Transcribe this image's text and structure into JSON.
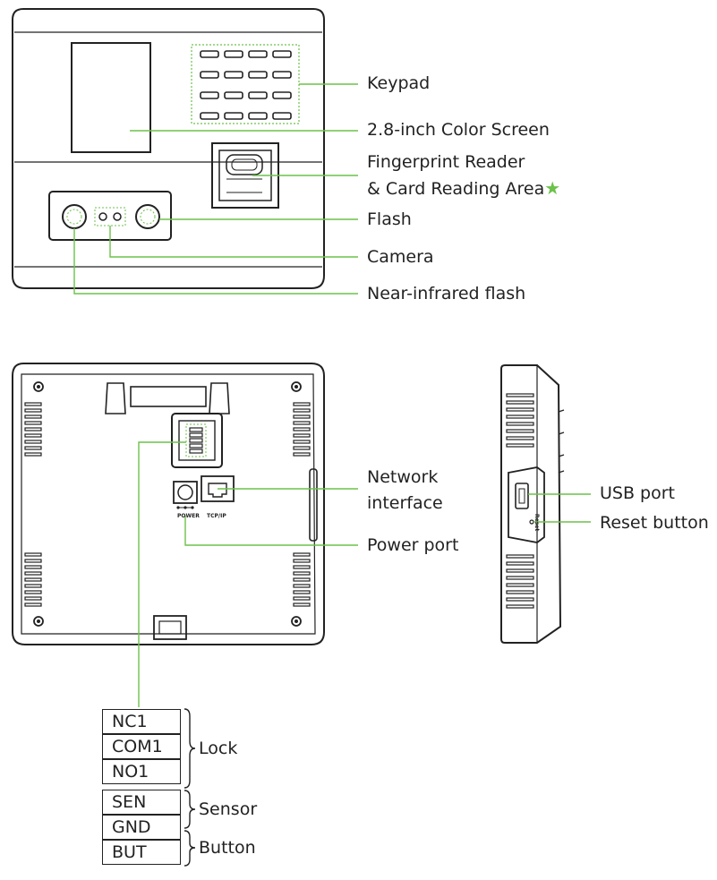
{
  "front_labels": {
    "keypad": "Keypad",
    "screen": "2.8-inch Color Screen",
    "fingerprint_line1": "Fingerprint Reader",
    "fingerprint_line2": "& Card Reading Area",
    "fingerprint_star": "★",
    "flash": "Flash",
    "camera": "Camera",
    "nir_flash": "Near-infrared flash"
  },
  "back_labels": {
    "network_line1": "Network",
    "network_line2": "interface",
    "power_port": "Power port",
    "power_mark": "POWER",
    "tcp_mark": "TCP/IP"
  },
  "side_labels": {
    "usb_port": "USB port",
    "reset_button": "Reset button",
    "reset_mark": "Reset"
  },
  "terminals": [
    {
      "pin": "NC1"
    },
    {
      "pin": "COM1"
    },
    {
      "pin": "NO1"
    },
    {
      "pin": "SEN"
    },
    {
      "pin": "GND"
    },
    {
      "pin": "BUT"
    }
  ],
  "terminal_groups": {
    "lock": "Lock",
    "sensor": "Sensor",
    "button": "Button"
  },
  "colors": {
    "callout_line": "#6cc24a",
    "outline": "#222222",
    "accent_star": "#6cc24a"
  }
}
